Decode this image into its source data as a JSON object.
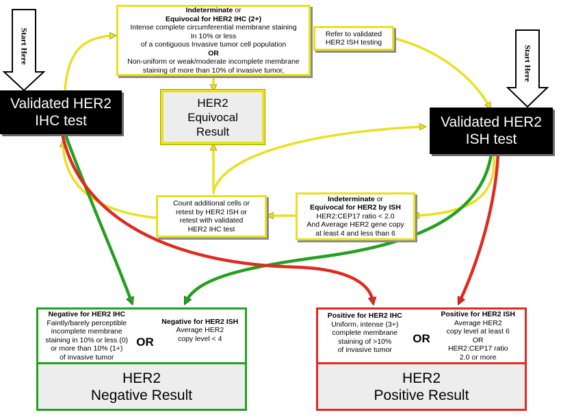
{
  "start_left": "Start Here",
  "start_right": "Start Here",
  "ihc_test": [
    "Validated HER2",
    "IHC test"
  ],
  "ish_test": [
    "Validated HER2",
    "ISH test"
  ],
  "equivocal_ihc": {
    "line1": "Indeterminate",
    "line1_suffix": " or",
    "line2": "Equivocal for HER2 IHC (2+)",
    "lines": [
      "Intense complete circumferential membrane staining",
      "In 10% or less",
      "of a contiguous Invasive tumor cell population"
    ],
    "or": "OR",
    "lines2": [
      "Non-uniform or weak/moderate incomplete membrane",
      "staining of more than 10% of invasive tumor,"
    ]
  },
  "refer_ish": [
    "Refer to validated",
    "HER2 ISH testing"
  ],
  "equivocal_result": [
    "HER2",
    "Equivocal",
    "Result"
  ],
  "count_cells": [
    "Count additional cells or",
    "retest by HER2 ISH or",
    "retest with validated",
    "HER2 IHC test"
  ],
  "equivocal_ish": {
    "line1": "Indeterminate",
    "line1_suffix": " or",
    "line2": "Equivocal for HER2 by ISH",
    "lines": [
      "HER2:CEP17 ratio < 2.0",
      "And Average HER2 gene copy",
      "at least 4 and less than 6"
    ]
  },
  "negative": {
    "ihc_title": "Negative for HER2 IHC",
    "ihc_lines": [
      "Faintly/barely perceptible",
      "incomplete membrane",
      "staining in 10% or less (0)",
      "or more than 10% (1+)",
      "of invasive tumor"
    ],
    "or": "OR",
    "ish_title": "Negative for HER2 ISH",
    "ish_lines": [
      "Average HER2",
      "copy level < 4"
    ],
    "result": [
      "HER2",
      "Negative Result"
    ]
  },
  "positive": {
    "ihc_title": "Positive for HER2 IHC",
    "ihc_lines": [
      "Uniform, intense (3+)",
      "complete membrane",
      "staining of >10%",
      "of invasive tumor"
    ],
    "or": "OR",
    "ish_title": "Positive for HER2 ISH",
    "ish_lines": [
      "Average HER2",
      "copy level at least 6",
      "OR",
      "HER2:CEP17 ratio",
      "2.0 or more"
    ],
    "result": [
      "HER2",
      "Positive Result"
    ]
  },
  "colors": {
    "yellow": "#e8e020",
    "green": "#23a020",
    "red": "#e02a20",
    "black": "#000000"
  }
}
